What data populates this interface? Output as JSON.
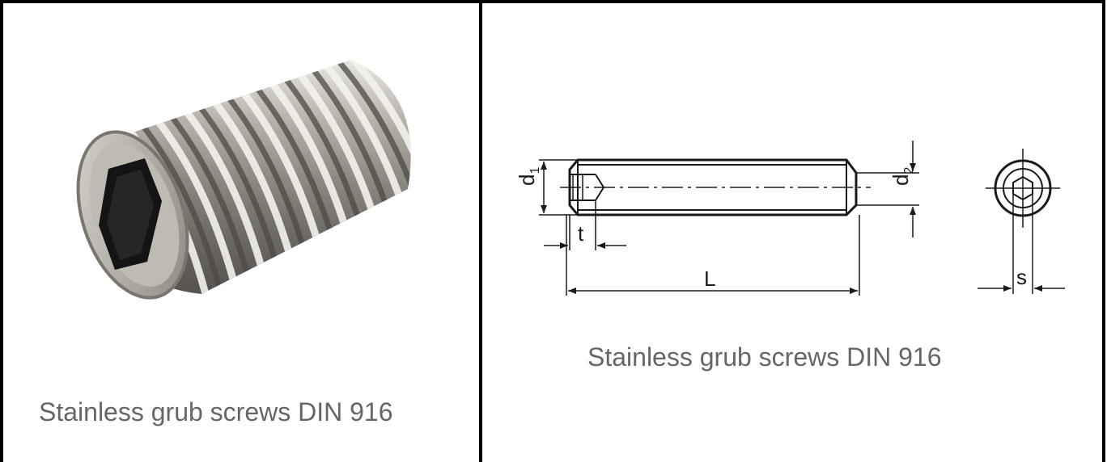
{
  "left_panel": {
    "caption": "Stainless grub screws DIN 916"
  },
  "right_panel": {
    "caption": "Stainless grub screws DIN 916",
    "labels": {
      "d1": "d",
      "d1_sub": "1",
      "d2": "d",
      "d2_sub": "2",
      "t": "t",
      "L": "L",
      "s": "s"
    }
  },
  "colors": {
    "border": "#000000",
    "caption": "#666666",
    "drawing_line": "#1a1a1a"
  }
}
